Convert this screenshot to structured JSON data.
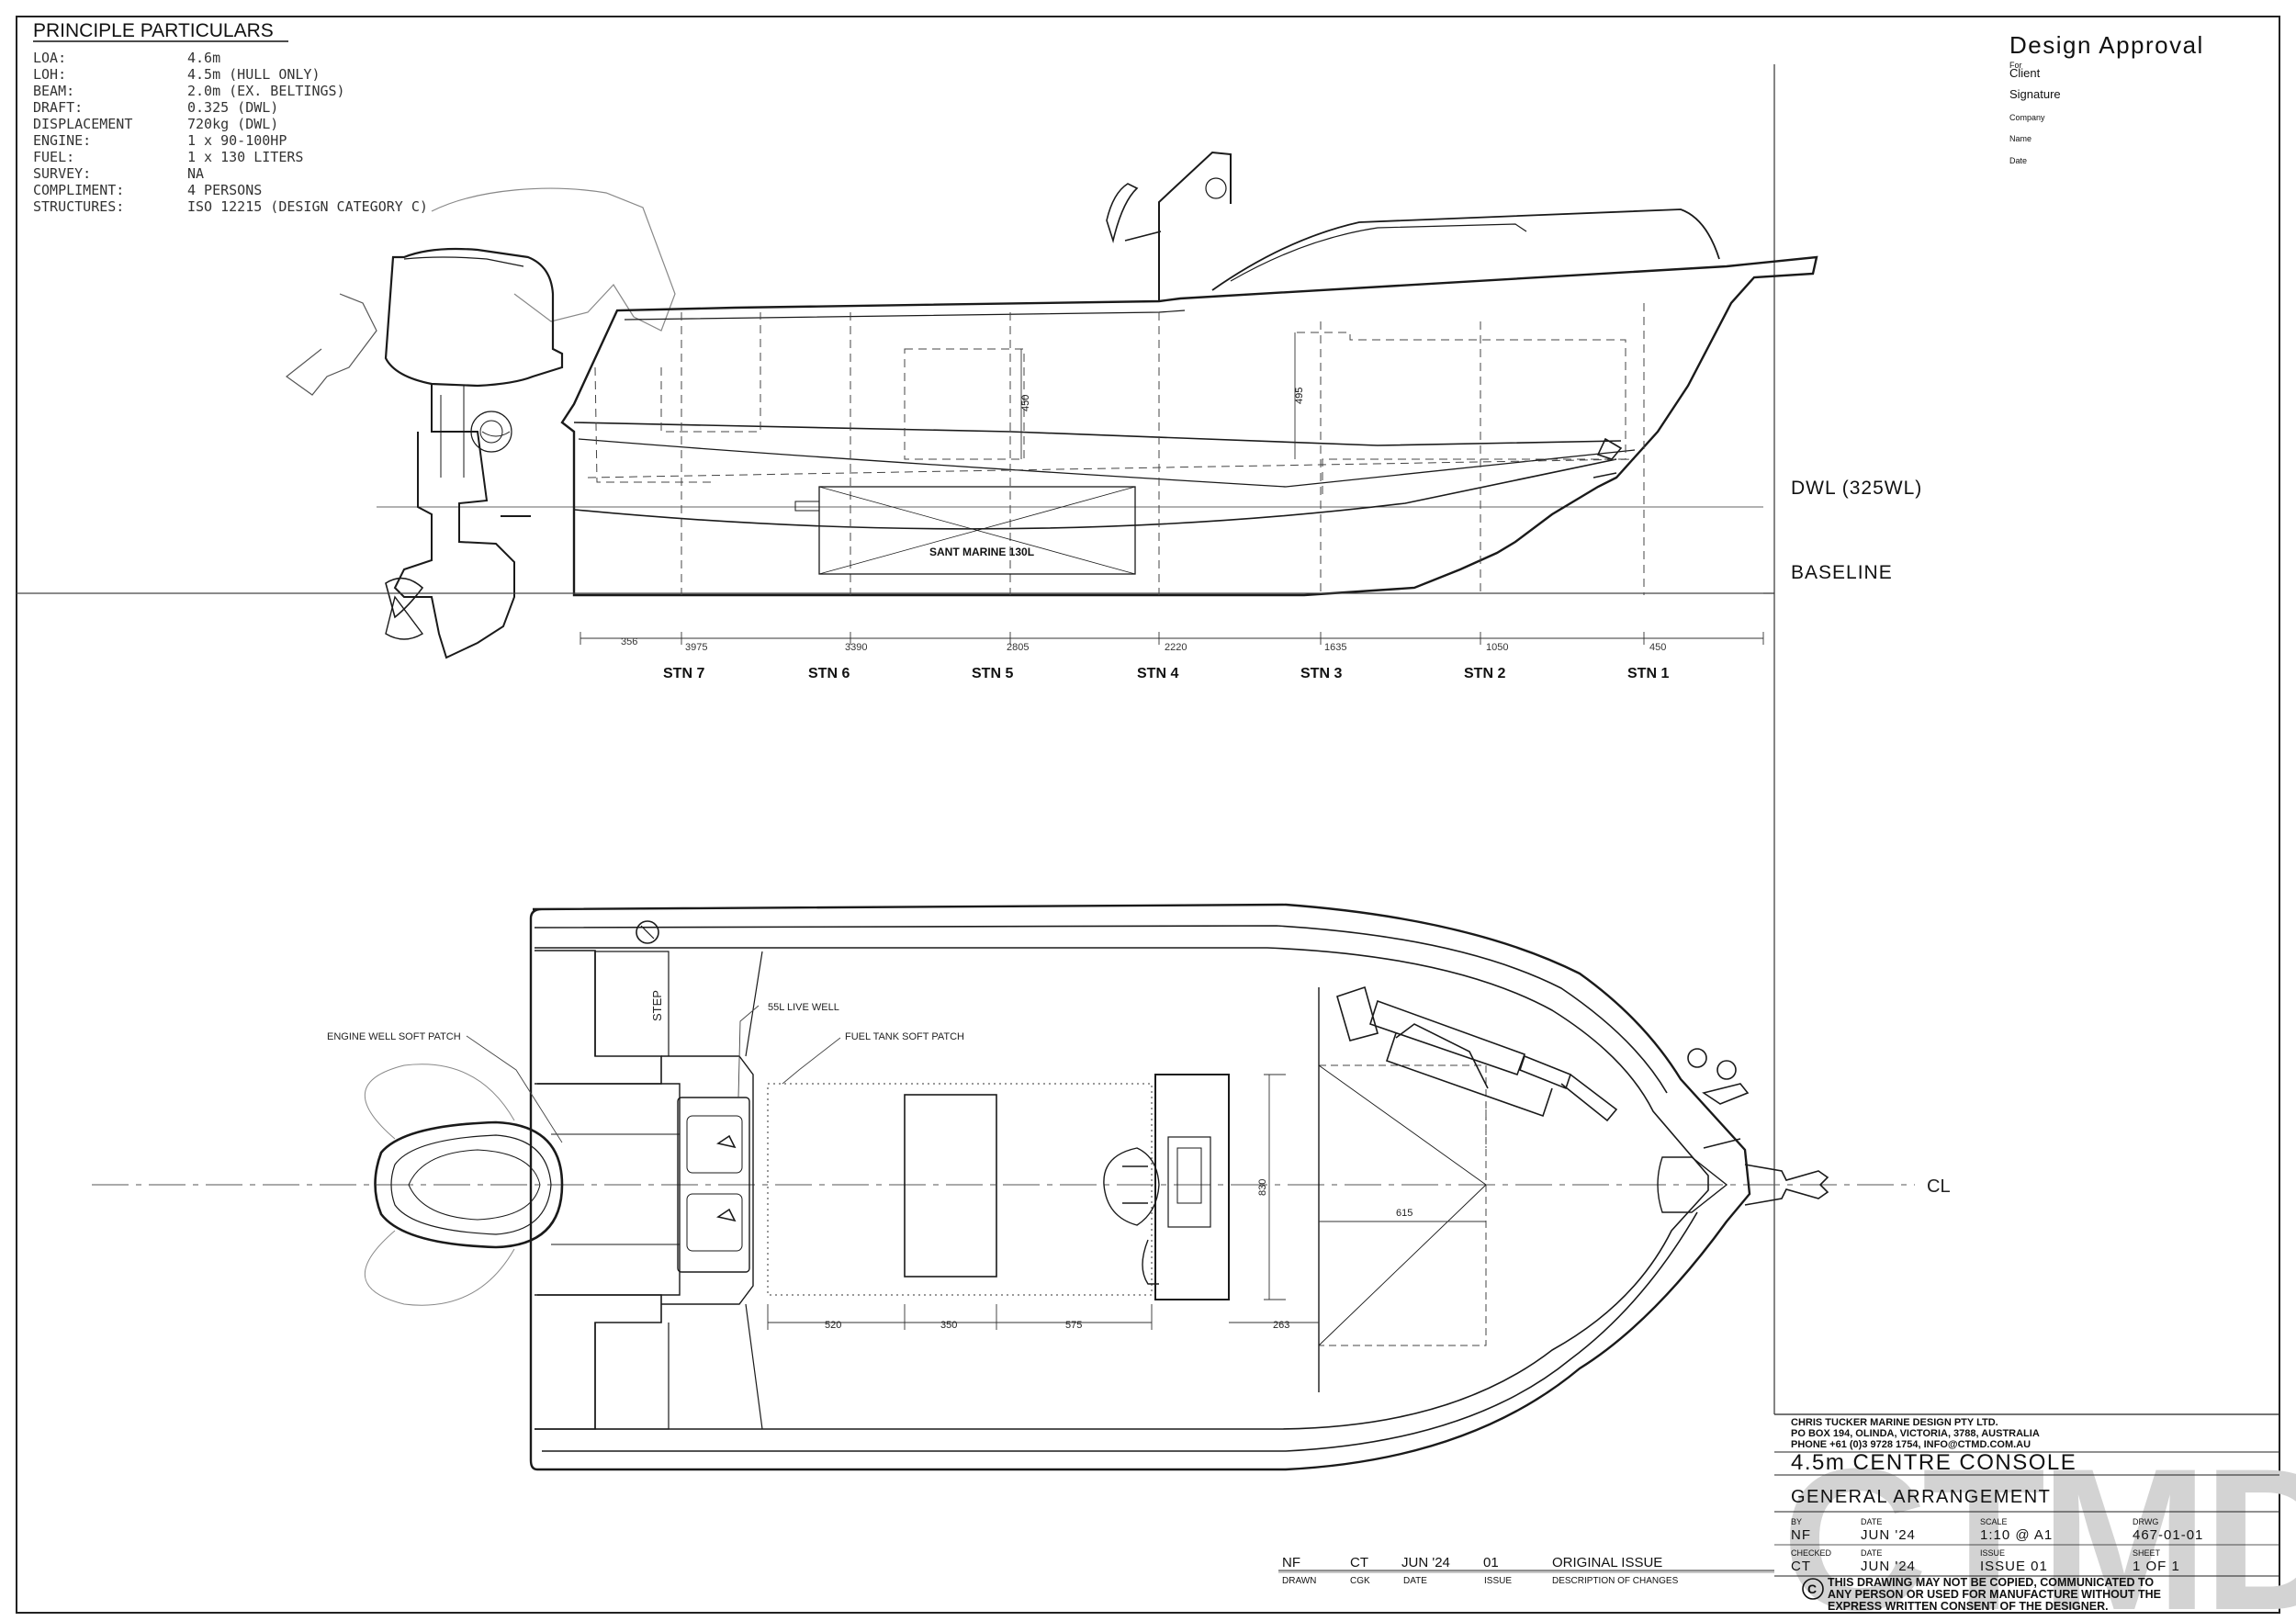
{
  "particulars": {
    "heading": "PRINCIPLE PARTICULARS",
    "rows": [
      {
        "label": "LOA:",
        "value": "4.6m"
      },
      {
        "label": "LOH:",
        "value": "4.5m (HULL ONLY)"
      },
      {
        "label": "BEAM:",
        "value": "2.0m (EX. BELTINGS)"
      },
      {
        "label": "DRAFT:",
        "value": "0.325 (DWL)"
      },
      {
        "label": "DISPLACEMENT",
        "value": "720kg (DWL)"
      },
      {
        "label": "ENGINE:",
        "value": "1 x 90-100HP"
      },
      {
        "label": "FUEL:",
        "value": "1 x 130 LITERS"
      },
      {
        "label": "SURVEY:",
        "value": "NA"
      },
      {
        "label": "COMPLIMENT:",
        "value": "4 PERSONS"
      },
      {
        "label": "STRUCTURES:",
        "value": "ISO 12215 (DESIGN CATEGORY C)"
      }
    ]
  },
  "approval": {
    "title": "Design Approval",
    "for": "For",
    "client": "Client",
    "signature": "Signature",
    "company": "Company",
    "name": "Name",
    "date": "Date"
  },
  "profile": {
    "dwl_label": "DWL (325WL)",
    "baseline_label": "BASELINE",
    "tank_label": "SANT MARINE 130L",
    "dim_450_vertical": "450",
    "dim_495_vertical": "495",
    "offsets": [
      "356",
      "3975",
      "3390",
      "2805",
      "2220",
      "1635",
      "1050",
      "450"
    ],
    "stations": [
      "STN 7",
      "STN 6",
      "STN 5",
      "STN 4",
      "STN 3",
      "STN 2",
      "STN 1"
    ]
  },
  "plan": {
    "engine_patch": "ENGINE WELL SOFT PATCH",
    "live_well": "55L LIVE WELL",
    "fuel_patch": "FUEL TANK SOFT PATCH",
    "step": "STEP",
    "centerline": "CL",
    "dim_830": "830",
    "dim_615": "615",
    "dim_520": "520",
    "dim_350": "350",
    "dim_575": "575",
    "dim_263": "263"
  },
  "revisions": {
    "row": [
      "NF",
      "CT",
      "JUN '24",
      "01",
      "ORIGINAL ISSUE"
    ],
    "headers": [
      "DRAWN",
      "CGK",
      "DATE",
      "ISSUE",
      "DESCRIPTION OF CHANGES"
    ]
  },
  "title_block": {
    "company_line1": "CHRIS TUCKER MARINE DESIGN PTY LTD.",
    "company_line2": "PO BOX 194, OLINDA, VICTORIA, 3788, AUSTRALIA",
    "company_line3": "PHONE +61 (0)3 9728 1754, INFO@CTMD.COM.AU",
    "project": "4.5m CENTRE CONSOLE",
    "drawing_title": "GENERAL ARRANGEMENT",
    "watermark": "CTMD",
    "by_label": "BY",
    "by": "NF",
    "date_label": "DATE",
    "date": "JUN '24",
    "scale_label": "SCALE",
    "scale": "1:10 @ A1",
    "drwg_label": "DRWG",
    "drwg": "467-01-01",
    "checked_label": "CHECKED",
    "checked": "CT",
    "date2_label": "DATE",
    "date2": "JUN '24",
    "issue_label": "ISSUE",
    "issue": "ISSUE 01",
    "sheet_label": "SHEET",
    "sheet": "1 OF 1",
    "copyright_symbol": "C",
    "copyright_1": "THIS DRAWING MAY NOT BE COPIED, COMMUNICATED TO",
    "copyright_2": "ANY PERSON OR USED FOR MANUFACTURE WITHOUT THE",
    "copyright_3": "EXPRESS WRITTEN CONSENT OF THE DESIGNER."
  }
}
